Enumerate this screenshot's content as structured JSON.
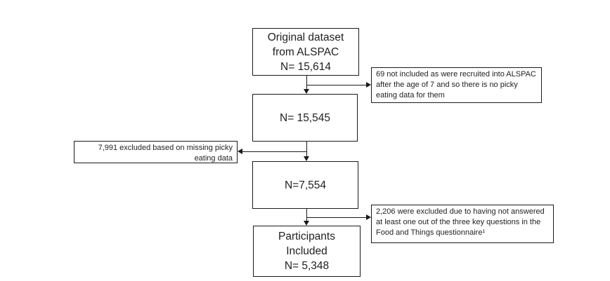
{
  "diagram": {
    "type": "participant-flowchart",
    "colors": {
      "background": "#ffffff",
      "box_border": "#1a1a1a",
      "text": "#1f1f1f",
      "connector": "#1a1a1a"
    },
    "main_boxes": [
      {
        "id": "original-dataset",
        "lines": [
          "Original dataset",
          "from ALSPAC",
          "N= 15,614"
        ]
      },
      {
        "id": "after-age-exclusion",
        "lines": [
          "N= 15,545"
        ]
      },
      {
        "id": "after-picky-eating-exclusion",
        "lines": [
          "N=7,554"
        ]
      },
      {
        "id": "participants-included",
        "lines": [
          "Participants",
          "Included",
          "N= 5,348"
        ]
      }
    ],
    "side_boxes": [
      {
        "id": "exclusion-recruited-after-age-7",
        "side": "right",
        "text": "69 not included as were recruited into ALSPAC after the age of 7 and so there is no picky eating data for them"
      },
      {
        "id": "exclusion-missing-picky-eating-data",
        "side": "left",
        "text": "7,991 excluded based on missing picky eating data"
      },
      {
        "id": "exclusion-questionnaire-not-answered",
        "side": "right",
        "text": "2,206 were excluded due to having not answered at least one out of the three key questions in the Food and Things questionnaire¹"
      }
    ]
  }
}
